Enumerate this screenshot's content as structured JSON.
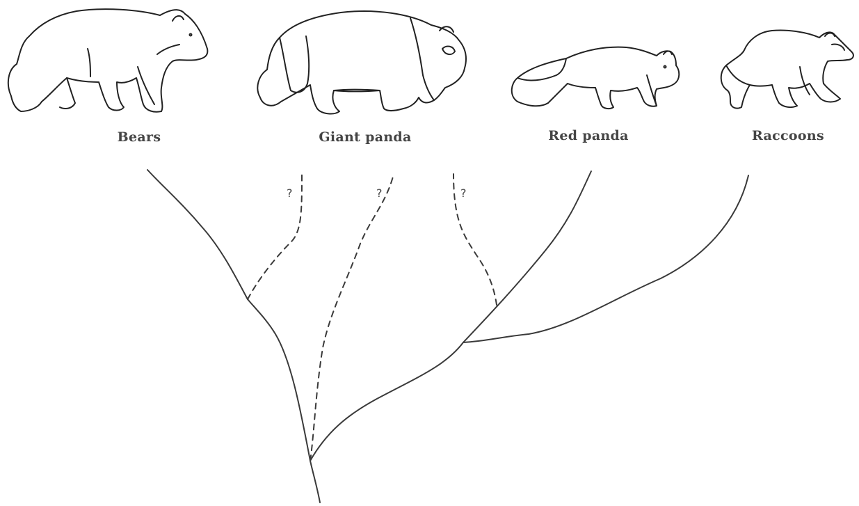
{
  "taxa": [
    {
      "id": "bears",
      "label": "Bears",
      "icon": "bear-icon"
    },
    {
      "id": "giant-panda",
      "label": "Giant panda",
      "icon": "giant-panda-icon"
    },
    {
      "id": "red-panda",
      "label": "Red panda",
      "icon": "red-panda-icon"
    },
    {
      "id": "raccoons",
      "label": "Raccoons",
      "icon": "raccoon-icon"
    }
  ],
  "uncertain_marks": [
    "?",
    "?",
    "?"
  ],
  "colors": {
    "line": "#3a3a3a",
    "text": "#444444",
    "background": "#ffffff"
  }
}
